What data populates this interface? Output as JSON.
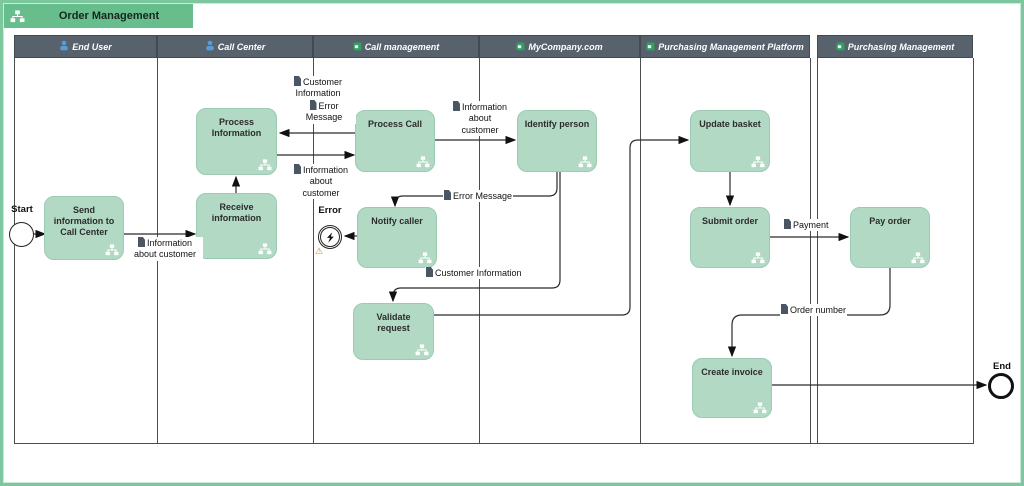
{
  "title": {
    "label": "Order Management"
  },
  "lanes": [
    {
      "label": "End User",
      "icon": "person-icon"
    },
    {
      "label": "Call Center",
      "icon": "person-icon"
    },
    {
      "label": "Call management",
      "icon": "application-icon"
    },
    {
      "label": "MyCompany.com",
      "icon": "application-icon"
    },
    {
      "label": "Purchasing Management Platform",
      "icon": "application-icon"
    },
    {
      "label": "Purchasing Management",
      "icon": "application-icon"
    }
  ],
  "events": {
    "start": "Start",
    "end": "End",
    "error": "Error"
  },
  "tasks": {
    "send_info": "Send information to Call Center",
    "receive_info": "Receive information",
    "process_info": "Process Information",
    "process_call": "Process Call",
    "identify_person": "Identify person",
    "notify_caller": "Notify caller",
    "validate_request": "Validate request",
    "update_basket": "Update basket",
    "submit_order": "Submit order",
    "pay_order": "Pay order",
    "create_invoice": "Create invoice"
  },
  "flow_labels": {
    "info_about_customer_send": {
      "line1": "Information",
      "line2": "about customer"
    },
    "customer_information_return": {
      "line1": "Customer",
      "line2": "Information"
    },
    "error_message_return": {
      "line1": "Error",
      "line2": "Message"
    },
    "info_about_customer_down": {
      "line1": "Information",
      "line2": "about",
      "line3": "customer"
    },
    "info_about_customer_identify": {
      "line1": "Information",
      "line2": "about",
      "line3": "customer"
    },
    "error_message_notify": {
      "text": "Error Message"
    },
    "customer_information_validate": {
      "text": "Customer Information"
    },
    "payment": {
      "text": "Payment"
    },
    "order_number": {
      "text": "Order number"
    },
    "warning_symbol": "⚠"
  },
  "colors": {
    "frame_green": "#7cc79e",
    "title_bg": "#67bd8c",
    "lane_header_bg": "#57626c",
    "task_fill": "#b2d9c4",
    "task_border": "#9ccab2",
    "person_icon_blue": "#5b9bd5",
    "application_icon_green": "#2fa05f",
    "data_object_icon": "#4a5663",
    "warning_orange": "#c98a12",
    "connector": "#2b2b2b"
  }
}
